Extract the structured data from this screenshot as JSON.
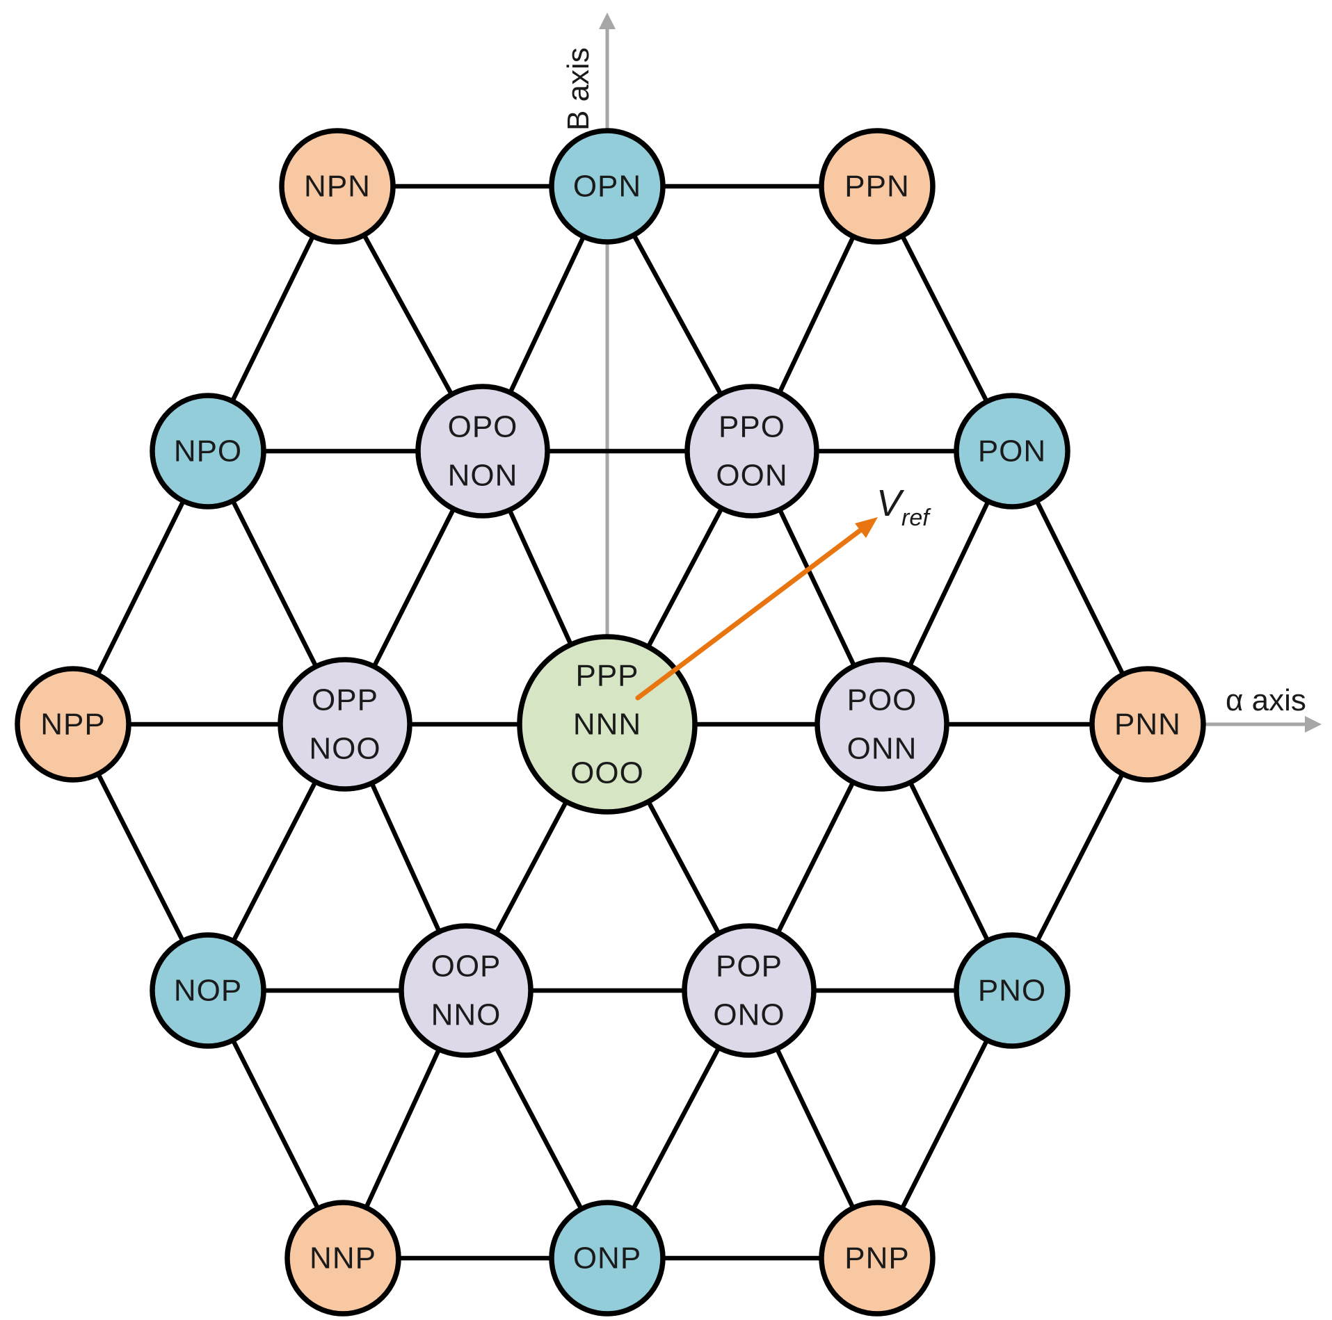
{
  "axes": {
    "alpha": {
      "label": "α axis"
    },
    "beta": {
      "label": "B axis"
    }
  },
  "vector": {
    "label_main": "V",
    "label_sub": "ref",
    "color": "#e8750f"
  },
  "colors": {
    "outer_corner": "#f8c8a2",
    "outer_mid": "#92cdd9",
    "inner_ring": "#ddd9e8",
    "center": "#d6e5c4",
    "edge": "#000000",
    "axis": "#a6a6a6"
  },
  "nodes": [
    {
      "id": "npn",
      "lines": [
        "NPN"
      ],
      "kind": "outer_corner"
    },
    {
      "id": "opn",
      "lines": [
        "OPN"
      ],
      "kind": "outer_mid"
    },
    {
      "id": "ppn",
      "lines": [
        "PPN"
      ],
      "kind": "outer_corner"
    },
    {
      "id": "npo",
      "lines": [
        "NPO"
      ],
      "kind": "outer_mid"
    },
    {
      "id": "opo-non",
      "lines": [
        "OPO",
        "NON"
      ],
      "kind": "inner_ring"
    },
    {
      "id": "ppo-oon",
      "lines": [
        "PPO",
        "OON"
      ],
      "kind": "inner_ring"
    },
    {
      "id": "pon",
      "lines": [
        "PON"
      ],
      "kind": "outer_mid"
    },
    {
      "id": "npp",
      "lines": [
        "NPP"
      ],
      "kind": "outer_corner"
    },
    {
      "id": "opp-noo",
      "lines": [
        "OPP",
        "NOO"
      ],
      "kind": "inner_ring"
    },
    {
      "id": "ppp-nnn-ooo",
      "lines": [
        "PPP",
        "NNN",
        "OOO"
      ],
      "kind": "center"
    },
    {
      "id": "poo-onn",
      "lines": [
        "POO",
        "ONN"
      ],
      "kind": "inner_ring"
    },
    {
      "id": "pnn",
      "lines": [
        "PNN"
      ],
      "kind": "outer_corner"
    },
    {
      "id": "nop",
      "lines": [
        "NOP"
      ],
      "kind": "outer_mid"
    },
    {
      "id": "oop-nno",
      "lines": [
        "OOP",
        "NNO"
      ],
      "kind": "inner_ring"
    },
    {
      "id": "pop-ono",
      "lines": [
        "POP",
        "ONO"
      ],
      "kind": "inner_ring"
    },
    {
      "id": "pno",
      "lines": [
        "PNO"
      ],
      "kind": "outer_mid"
    },
    {
      "id": "nnp",
      "lines": [
        "NNP"
      ],
      "kind": "outer_corner"
    },
    {
      "id": "onp",
      "lines": [
        "ONP"
      ],
      "kind": "outer_mid"
    },
    {
      "id": "pnp",
      "lines": [
        "PNP"
      ],
      "kind": "outer_corner"
    }
  ],
  "edges": [
    [
      "npn",
      "opn"
    ],
    [
      "opn",
      "ppn"
    ],
    [
      "npo",
      "opo-non"
    ],
    [
      "opo-non",
      "ppo-oon"
    ],
    [
      "ppo-oon",
      "pon"
    ],
    [
      "npp",
      "opp-noo"
    ],
    [
      "opp-noo",
      "ppp-nnn-ooo"
    ],
    [
      "ppp-nnn-ooo",
      "poo-onn"
    ],
    [
      "poo-onn",
      "pnn"
    ],
    [
      "nop",
      "oop-nno"
    ],
    [
      "oop-nno",
      "pop-ono"
    ],
    [
      "pop-ono",
      "pno"
    ],
    [
      "nnp",
      "onp"
    ],
    [
      "onp",
      "pnp"
    ],
    [
      "npn",
      "npo"
    ],
    [
      "npn",
      "opo-non"
    ],
    [
      "opn",
      "opo-non"
    ],
    [
      "opn",
      "ppo-oon"
    ],
    [
      "ppn",
      "ppo-oon"
    ],
    [
      "ppn",
      "pon"
    ],
    [
      "npo",
      "npp"
    ],
    [
      "npo",
      "opp-noo"
    ],
    [
      "opo-non",
      "opp-noo"
    ],
    [
      "opo-non",
      "ppp-nnn-ooo"
    ],
    [
      "ppo-oon",
      "ppp-nnn-ooo"
    ],
    [
      "ppo-oon",
      "poo-onn"
    ],
    [
      "pon",
      "poo-onn"
    ],
    [
      "pon",
      "pnn"
    ],
    [
      "npp",
      "nop"
    ],
    [
      "opp-noo",
      "nop"
    ],
    [
      "opp-noo",
      "oop-nno"
    ],
    [
      "ppp-nnn-ooo",
      "oop-nno"
    ],
    [
      "ppp-nnn-ooo",
      "pop-ono"
    ],
    [
      "poo-onn",
      "pop-ono"
    ],
    [
      "poo-onn",
      "pno"
    ],
    [
      "pnn",
      "pno"
    ],
    [
      "nop",
      "nnp"
    ],
    [
      "oop-nno",
      "nnp"
    ],
    [
      "oop-nno",
      "onp"
    ],
    [
      "pop-ono",
      "onp"
    ],
    [
      "pop-ono",
      "pnp"
    ],
    [
      "pno",
      "pnp"
    ]
  ]
}
